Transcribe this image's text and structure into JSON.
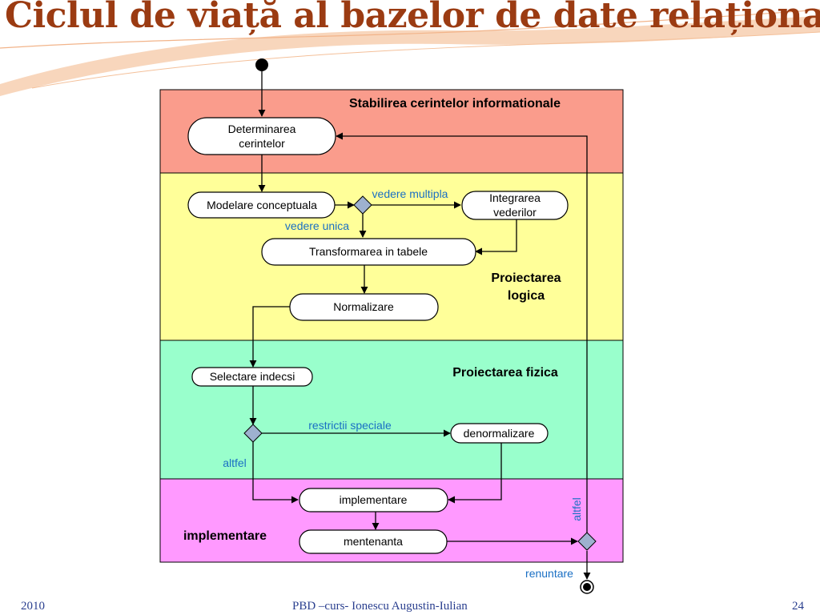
{
  "slide": {
    "title": "Ciclul de viață al bazelor de date relaționale",
    "footer_left": "2010",
    "footer_center": "PBD –curs-  Ionescu Augustin-Iulian",
    "page_number": "24"
  },
  "colors": {
    "title": "#9b3b12",
    "lane_requirements": "#fa9c8c",
    "lane_logical": "#ffff99",
    "lane_physical": "#99ffcc",
    "lane_implementation": "#ff99ff",
    "decision": "#9eb1cf",
    "guard_text": "#1a6fc4"
  },
  "lanes": {
    "requirements": "Stabilirea cerintelor informationale",
    "logical_1": "Proiectarea",
    "logical_2": "logica",
    "physical": "Proiectarea fizica",
    "implementation": "implementare"
  },
  "nodes": {
    "determine_1": "Determinarea",
    "determine_2": "cerintelor",
    "conceptual": "Modelare conceptuala",
    "integrate_1": "Integrarea",
    "integrate_2": "vederilor",
    "transform": "Transformarea in tabele",
    "normalize": "Normalizare",
    "select_indexes": "Selectare indecsi",
    "denormalize": "denormalizare",
    "implement": "implementare",
    "maintain": "mentenanta"
  },
  "guards": {
    "multiple_view": "vedere multipla",
    "single_view": "vedere unica",
    "special_restrictions": "restrictii speciale",
    "otherwise_physical": "altfel",
    "otherwise_loop": "altfel",
    "abandon": "renuntare"
  }
}
